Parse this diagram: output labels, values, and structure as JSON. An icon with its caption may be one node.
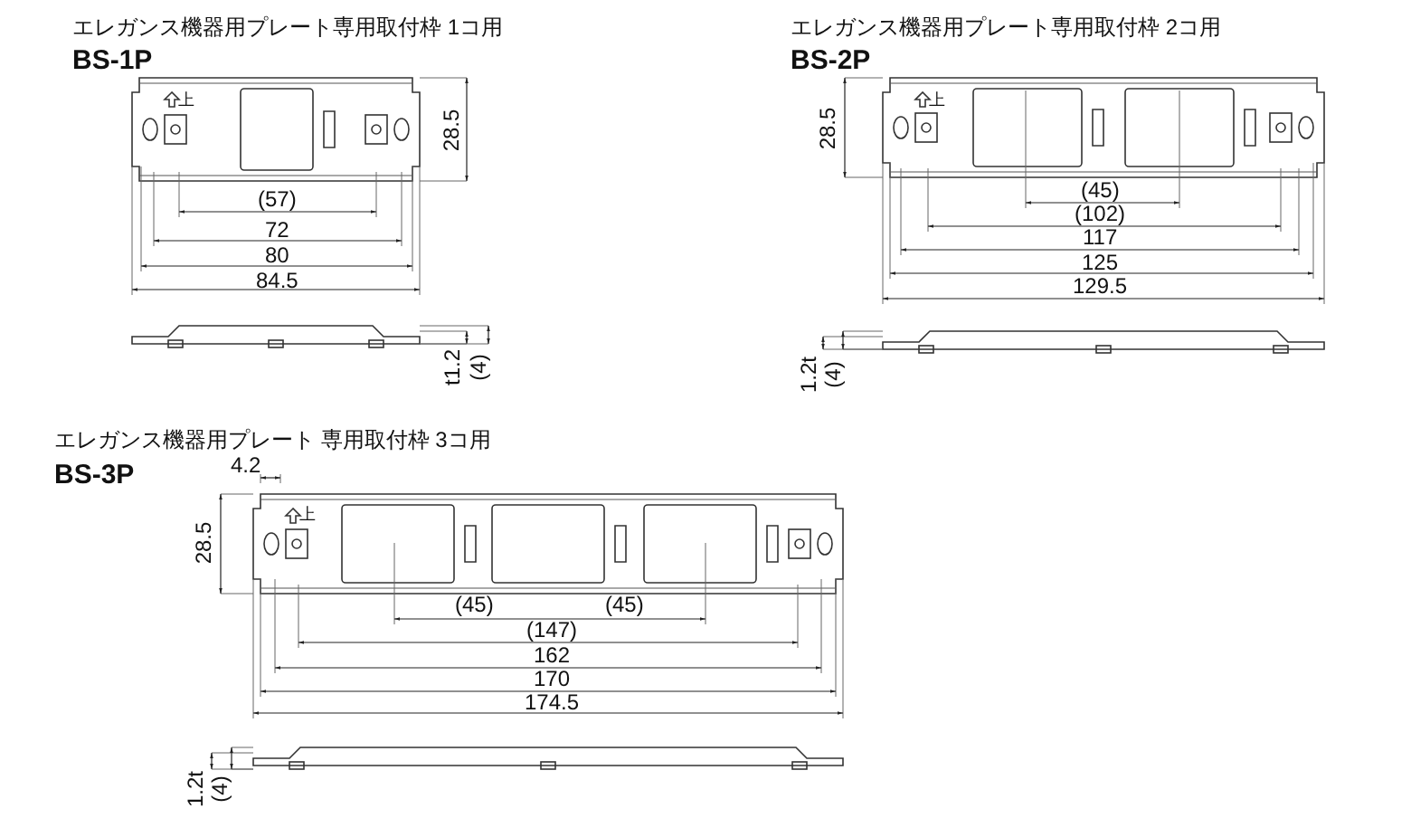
{
  "diagram": {
    "labels": [
      "エレガンス機器用プレート専用取付枠 1コ用",
      "BS-1P",
      "上",
      "28.5",
      "(57)",
      "72",
      "80",
      "84.5",
      "t1.2",
      "(4)",
      "エレガンス機器用プレート専用取付枠 2コ用",
      "BS-2P",
      "28.5",
      "上",
      "(45)",
      "(102)",
      "117",
      "125",
      "129.5",
      "1.2t",
      "(4)",
      "エレガンス機器用プレート 専用取付枠 3コ用",
      "BS-3P",
      "4.2",
      "28.5",
      "上",
      "(45)",
      "(45)",
      "(147)",
      "162",
      "170",
      "174.5",
      "1.2t",
      "(4)"
    ]
  }
}
